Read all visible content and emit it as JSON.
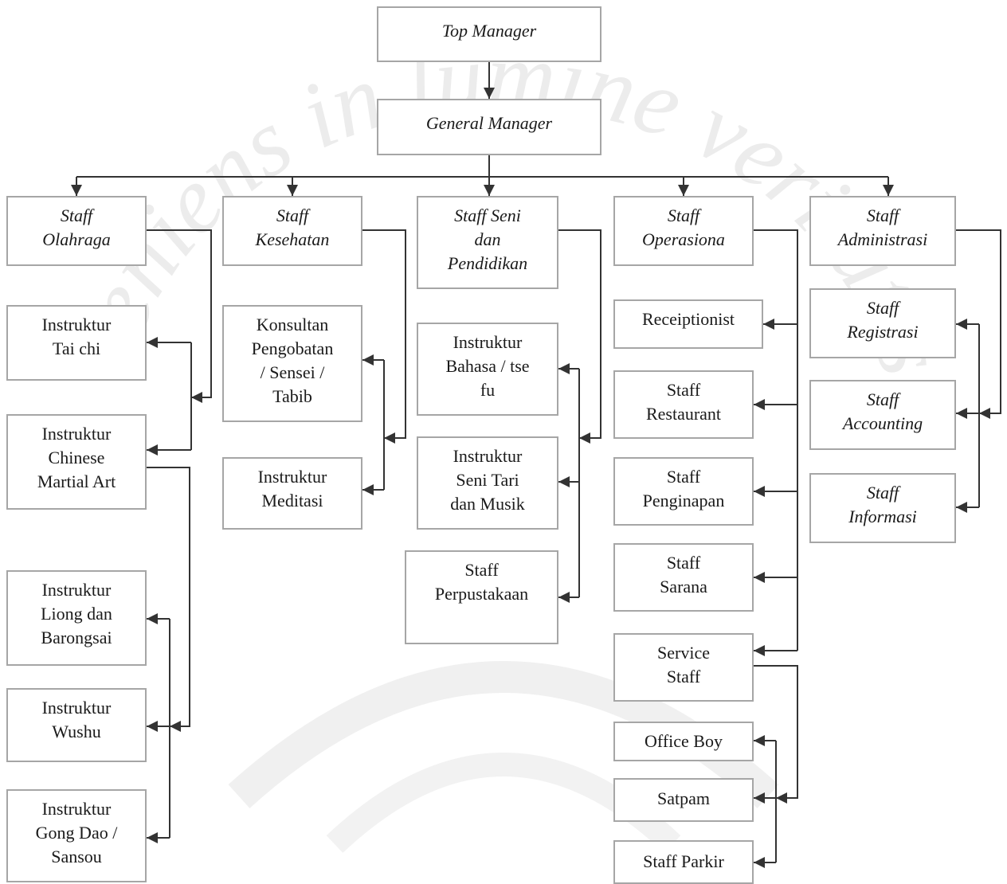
{
  "nodes": {
    "top_manager": "Top Manager",
    "general_manager": "General Manager",
    "staff_olahraga": "Staff\nOlahraga",
    "staff_kesehatan": "Staff\nKesehatan",
    "staff_seni": "Staff Seni\ndan\nPendidikan",
    "staff_operasional": "Staff\nOperasiona",
    "staff_administrasi": "Staff\nAdministrasi",
    "instruktur_taichi": "Instruktur\nTai chi",
    "instruktur_chinese": "Instruktur\nChinese\nMartial Art",
    "instruktur_liong": "Instruktur\nLiong dan\nBarongsai",
    "instruktur_wushu": "Instruktur\nWushu",
    "instruktur_gongdao": "Instruktur\nGong Dao /\nSansou",
    "konsultan": "Konsultan\nPengobatan\n/ Sensei /\nTabib",
    "instruktur_meditasi": "Instruktur\nMeditasi",
    "instruktur_bahasa": "Instruktur\nBahasa / tse\nfu",
    "instruktur_seni_tari": "Instruktur\nSeni Tari\ndan Musik",
    "staff_perpustakaan": "Staff\nPerpustakaan",
    "receiptionist": "Receiptionist",
    "staff_restaurant": "Staff\nRestaurant",
    "staff_penginapan": "Staff\nPenginapan",
    "staff_sarana": "Staff\nSarana",
    "service_staff": "Service\nStaff",
    "office_boy": "Office Boy",
    "satpam": "Satpam",
    "staff_parkir": "Staff Parkir",
    "staff_registrasi": "Staff\nRegistrasi",
    "staff_accounting": "Staff\nAccounting",
    "staff_informasi": "Staff\nInformasi"
  },
  "watermark": "veniens in lumine veritatis",
  "colors": {
    "border": "#a6a6a6",
    "line": "#333333",
    "text": "#1a1a1a"
  }
}
